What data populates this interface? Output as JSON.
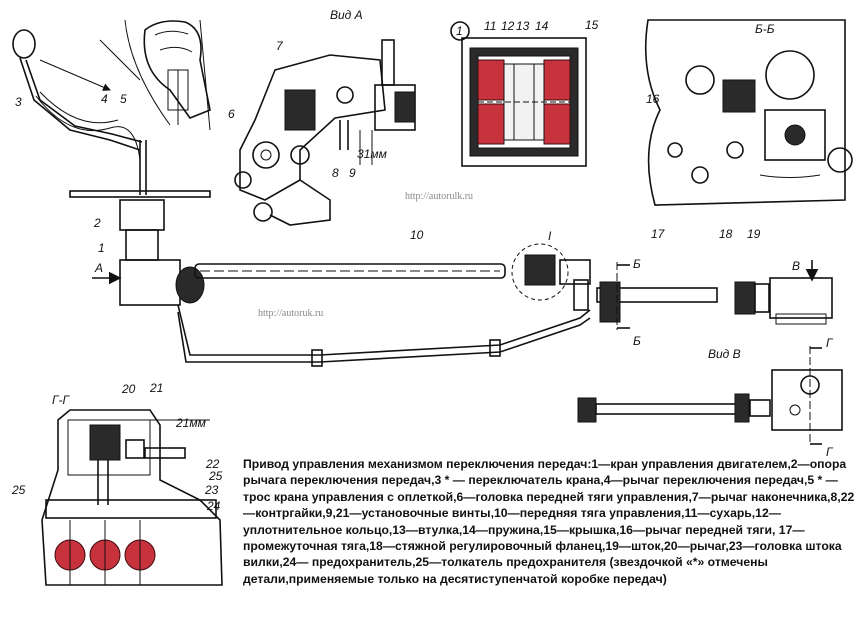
{
  "labels": {
    "view_a": "Вид А",
    "view_bb": "Б-Б",
    "view_v": "Вид В",
    "view_gg": "Г-Г",
    "circle_1": "1",
    "dim_31": "31мм",
    "dim_21": "21мм",
    "arrow_a": "А",
    "arrow_v": "В",
    "sect_b_top": "Б",
    "sect_b_bottom": "Б",
    "sect_g_top": "Г",
    "sect_g_bottom": "Г",
    "detail_i": "I",
    "n1": "1",
    "n2": "2",
    "n3": "3",
    "n4": "4",
    "n5": "5",
    "n6": "6",
    "n7": "7",
    "n8": "8",
    "n9": "9",
    "n10": "10",
    "n11": "11",
    "n12": "12",
    "n13": "13",
    "n14": "14",
    "n15": "15",
    "n16": "16",
    "n17": "17",
    "n18": "18",
    "n19": "19",
    "n20": "20",
    "n21": "21",
    "n22": "22",
    "n23": "23",
    "n24": "24",
    "n25a": "25",
    "n25b": "25"
  },
  "watermarks": {
    "w1": "http://autorulk.ru",
    "w2": "http://autoruk.ru"
  },
  "caption": "Привод управления механизмом переключения передач:1—кран управления двигателем,2—опора рычага переключения передач,3 * — переключатель крана,4—рычаг переключения передач,5 * — трос крана управления с оплеткой,6—головка передней тяги управления,7—рычаг наконечника,8,22—контргайки,9,21—установочные винты,10—передняя тяга управления,11—сухарь,12—уплотнительное кольцо,13—втулка,14—пружина,15—крышка,16—рычаг передней тяги, 17—промежуточная тяга,18—стяжной регулировочный фланец,19—шток,20—рычаг,23—головка штока вилки,24— предохранитель,25—толкатель предохранителя (звездочкой «*» отмечены детали,применяемые только на десятиступенчатой коробке передач)",
  "colors": {
    "ink": "#111111",
    "red": "#c8323c",
    "paper": "#ffffff"
  }
}
